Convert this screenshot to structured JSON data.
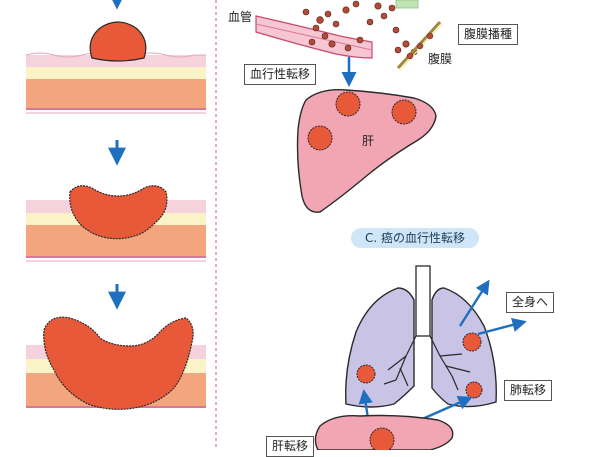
{
  "labels": {
    "blood_vessel": "血管",
    "peritoneal_dissemination": "腹膜播種",
    "peritoneum": "腹膜",
    "hematogenous_metastasis": "血行性転移",
    "liver": "肝",
    "section_c_title": "C. 癌の血行性転移",
    "to_whole_body": "全身へ",
    "lung_metastasis": "肺転移",
    "liver_metastasis": "肝転移"
  },
  "colors": {
    "tumor": "#e8593a",
    "tumor_outline": "#2a2a2a",
    "liver": "#f2a6b4",
    "lung": "#c9c3e6",
    "skin_pink": "#f6d2dc",
    "skin_yellow": "#fbf3c8",
    "skin_orange": "#f3a57e",
    "arrow_blue": "#1f6fc0",
    "dashed_divider": "#e77aa0",
    "pill_bg": "#cfe6f7"
  }
}
